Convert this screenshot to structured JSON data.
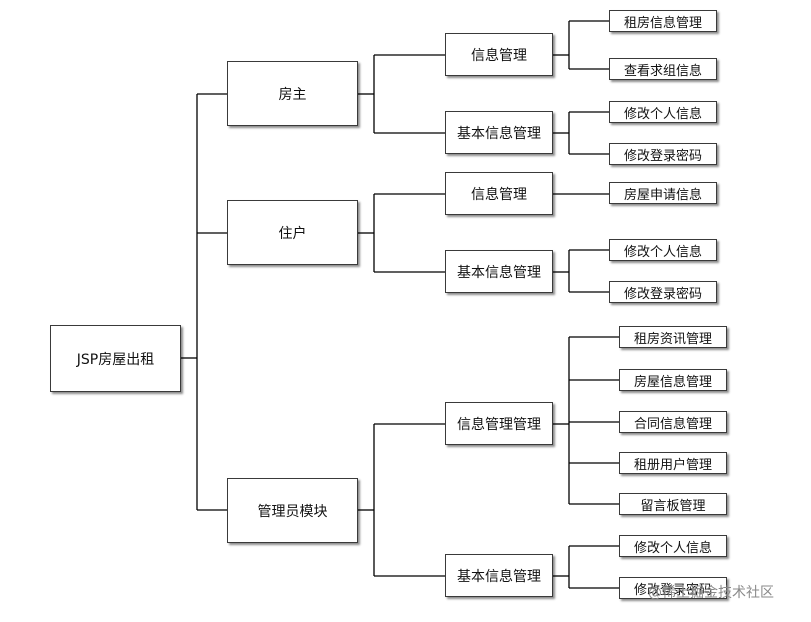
{
  "root": {
    "label": "JSP房屋出租"
  },
  "modules": [
    {
      "label": "房主",
      "groups": [
        {
          "label": "信息管理",
          "items": [
            "租房信息管理",
            "查看求组信息"
          ]
        },
        {
          "label": "基本信息管理",
          "items": [
            "修改个人信息",
            "修改登录密码"
          ]
        }
      ]
    },
    {
      "label": "住户",
      "groups": [
        {
          "label": "信息管理",
          "items": [
            "房屋申请信息"
          ]
        },
        {
          "label": "基本信息管理",
          "items": [
            "修改个人信息",
            "修改登录密码"
          ]
        }
      ]
    },
    {
      "label": "管理员模块",
      "groups": [
        {
          "label": "信息管理管理",
          "items": [
            "租房资讯管理",
            "房屋信息管理",
            "合同信息管理",
            "租册用户管理",
            "留言板管理"
          ]
        },
        {
          "label": "基本信息管理",
          "items": [
            "修改个人信息",
            "修改登录密码"
          ]
        }
      ]
    }
  ],
  "watermark": "@稀土掘金技术社区",
  "colors": {
    "line": "#000000",
    "box_border": "#3a3a3a",
    "background": "#ffffff"
  }
}
